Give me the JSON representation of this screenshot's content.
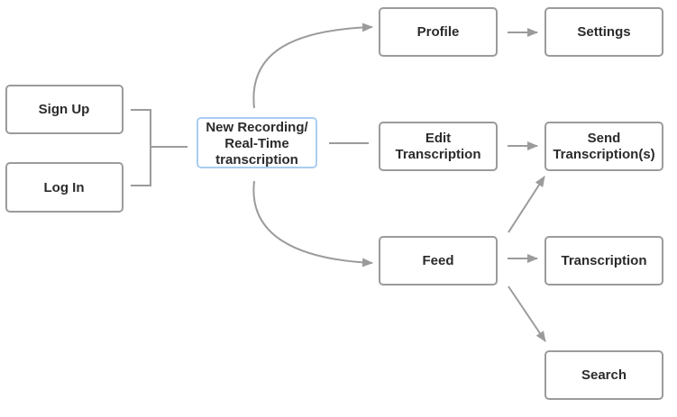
{
  "colors": {
    "node_border": "#9b9b9b",
    "node_border_highlight": "#a9cdf0",
    "connector": "#9b9b9b",
    "text": "#2b2b2b",
    "background": "#ffffff"
  },
  "nodes": {
    "sign_up": {
      "lines": [
        "Sign Up"
      ]
    },
    "log_in": {
      "lines": [
        "Log In"
      ]
    },
    "new_recording": {
      "lines": [
        "New Recording/",
        "Real-Time",
        "transcription"
      ]
    },
    "profile": {
      "lines": [
        "Profile"
      ]
    },
    "settings": {
      "lines": [
        "Settings"
      ]
    },
    "edit_transcription": {
      "lines": [
        "Edit",
        "Transcription"
      ]
    },
    "send_transcriptions": {
      "lines": [
        "Send",
        "Transcription(s)"
      ]
    },
    "feed": {
      "lines": [
        "Feed"
      ]
    },
    "transcription": {
      "lines": [
        "Transcription"
      ]
    },
    "search": {
      "lines": [
        "Search"
      ]
    }
  }
}
